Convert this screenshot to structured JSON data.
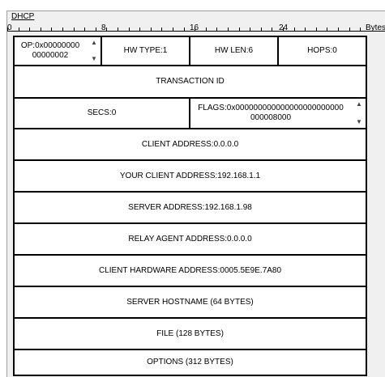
{
  "panel": {
    "title": "DHCP"
  },
  "ruler": {
    "labels": [
      "0",
      "8",
      "16",
      "24"
    ],
    "unit": "Bytes"
  },
  "fields": {
    "op": {
      "line1": "OP:0x00000000",
      "line2": "00000002"
    },
    "hw_type": "HW TYPE:1",
    "hw_len": "HW LEN:6",
    "hops": "HOPS:0",
    "transaction_id": "TRANSACTION ID",
    "secs": "SECS:0",
    "flags": {
      "line1": "FLAGS:0x000000000000000000000000",
      "line2": "000008000"
    },
    "client_address": "CLIENT ADDRESS:0.0.0.0",
    "your_client_address": "YOUR CLIENT ADDRESS:192.168.1.1",
    "server_address": "SERVER ADDRESS:192.168.1.98",
    "relay_agent_address": "RELAY AGENT ADDRESS:0.0.0.0",
    "client_hardware_address": "CLIENT HARDWARE ADDRESS:0005.5E9E.7A80",
    "server_hostname": "SERVER HOSTNAME (64 BYTES)",
    "file": "FILE (128 BYTES)",
    "options": "OPTIONS (312 BYTES)"
  },
  "icons": {
    "scroll_up": "chevron-up-icon",
    "scroll_down": "chevron-down-icon"
  }
}
